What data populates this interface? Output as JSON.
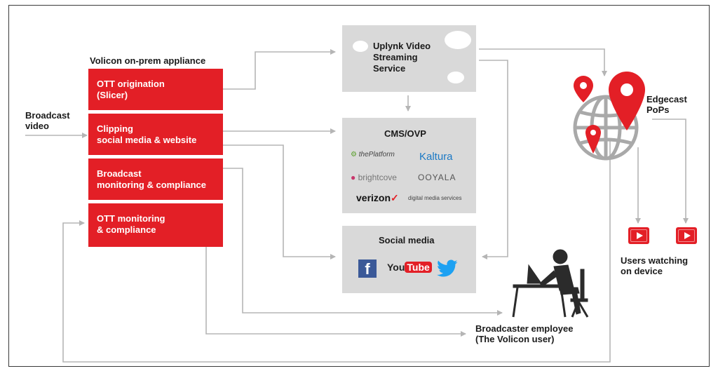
{
  "diagram": {
    "input_label": "Broadcast\nvideo",
    "appliance_title": "Volicon on-prem appliance",
    "appliance_modules": [
      "OTT origination\n(Slicer)",
      "Clipping\nsocial media & website",
      "Broadcast\nmonitoring & compliance",
      "OTT monitoring\n& compliance"
    ],
    "uplynk_title": "Uplynk Video\nStreaming\nService",
    "cms_title": "CMS/OVP",
    "cms_logos": {
      "theplatform": "thePlatform",
      "kaltura": "Kaltura",
      "brightcove": "brightcove",
      "ooyala": "OOYALA",
      "verizon": "verizon",
      "digital_media": "digital media services"
    },
    "social_title": "Social media",
    "social_logos": {
      "facebook": "f",
      "youtube_you": "You",
      "youtube_tube": "Tube"
    },
    "edgecast_label": "Edgecast\nPoPs",
    "users_label": "Users watching\non device",
    "employee_label": "Broadcaster employee\n(The Volicon user)"
  },
  "colors": {
    "accent_red": "#e31f26",
    "panel_gray": "#d9d9d9",
    "connector_gray": "#b5b5b5",
    "twitter_blue": "#1da1f2",
    "facebook_blue": "#3b5998",
    "kaltura_blue": "#1b79c5"
  },
  "icons": [
    "cloud-icon",
    "map-pin-icon",
    "globe-icon",
    "play-screen-icon",
    "person-at-desk-icon",
    "facebook-icon",
    "youtube-icon",
    "twitter-icon"
  ]
}
